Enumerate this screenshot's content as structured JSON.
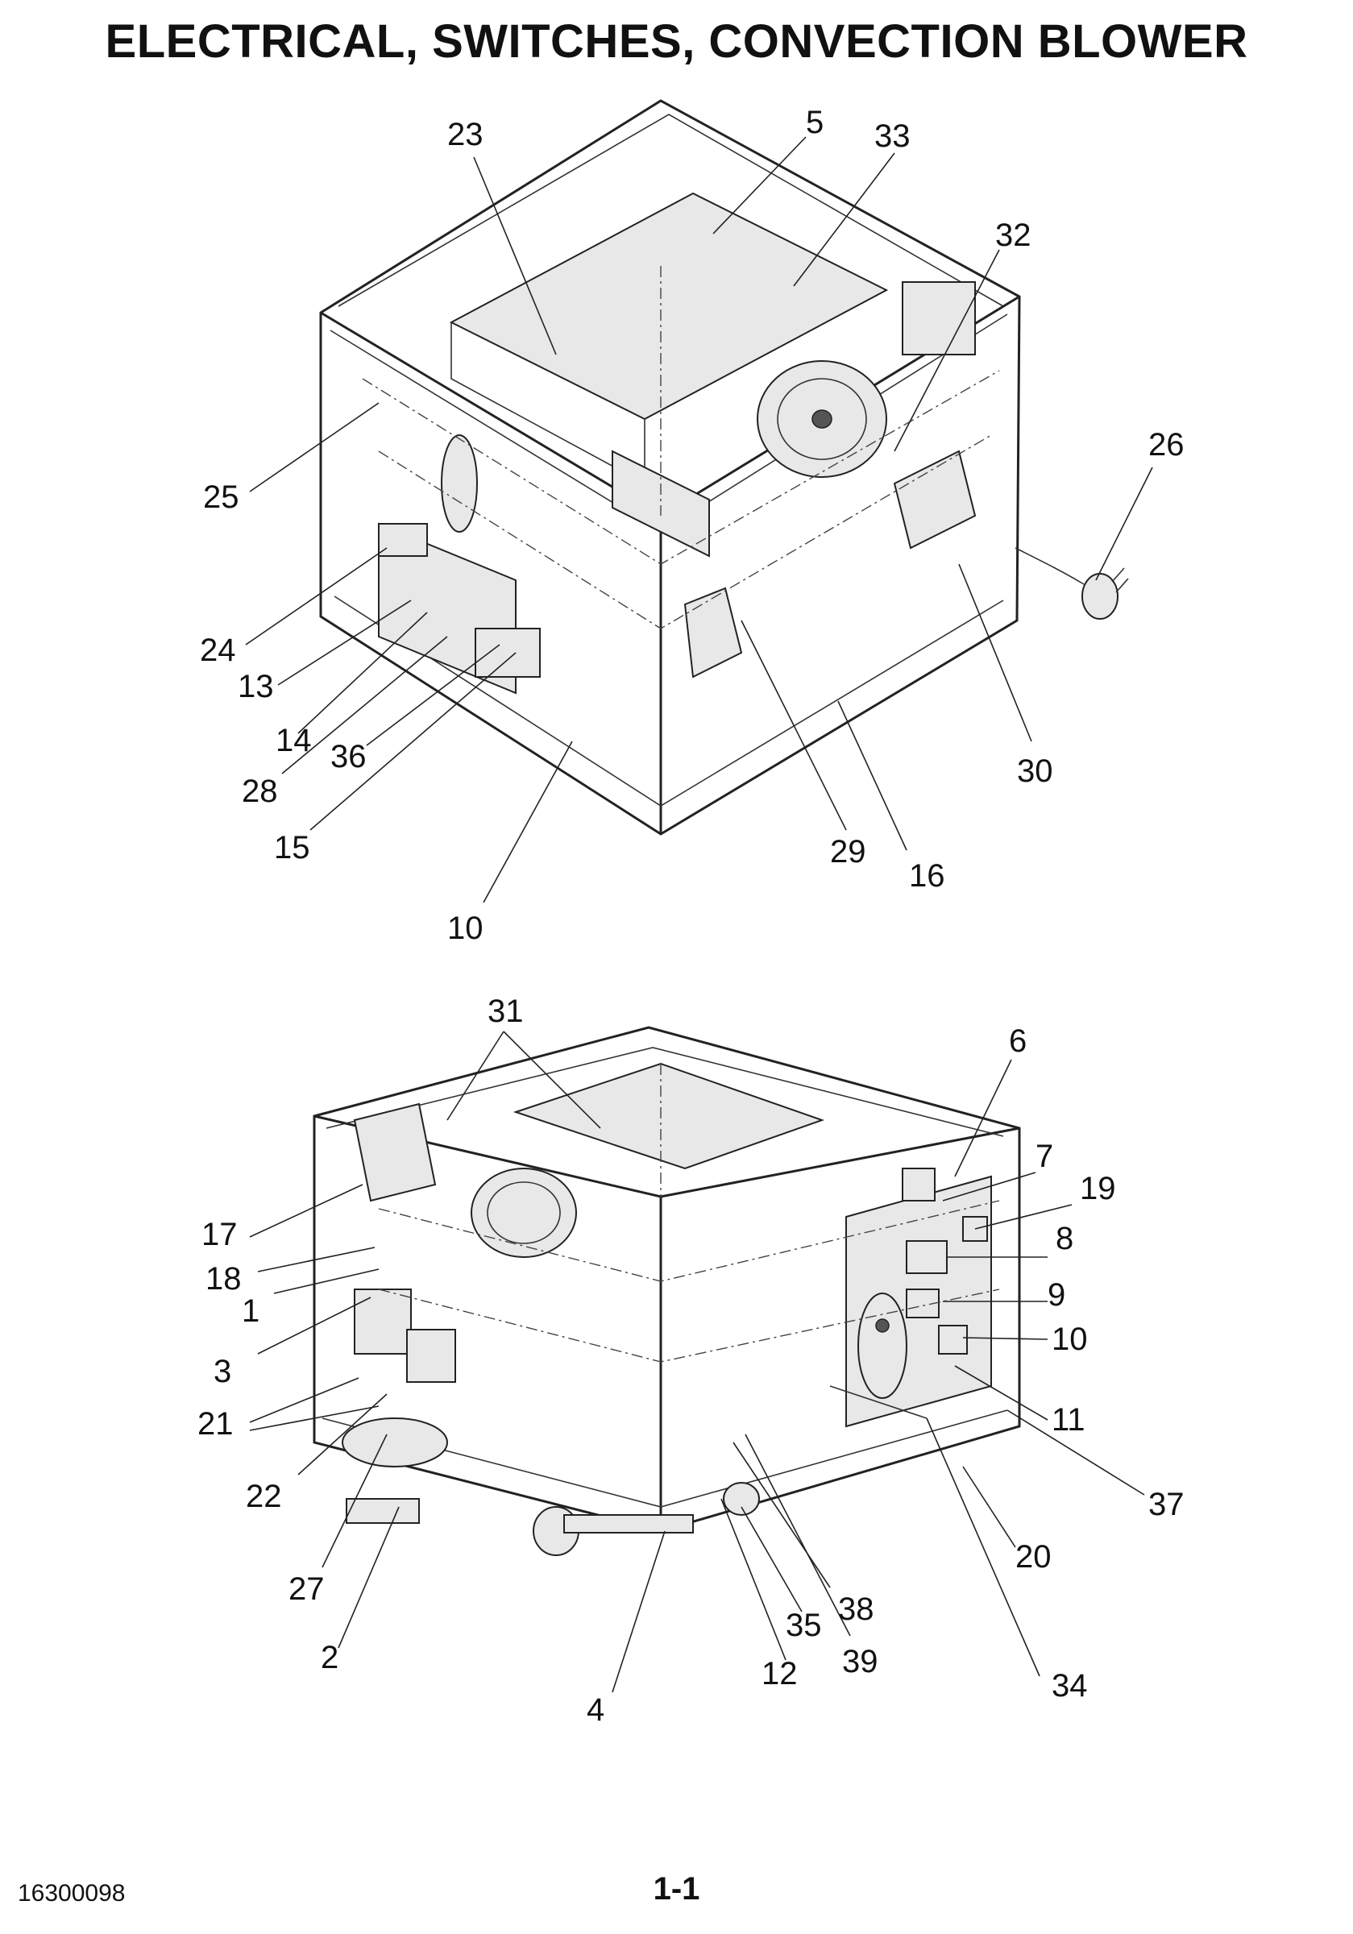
{
  "title": "ELECTRICAL, SWITCHES, CONVECTION BLOWER",
  "doc_number": "16300098",
  "page_number": "1-1",
  "top_view": {
    "callouts": [
      "23",
      "5",
      "33",
      "32",
      "26",
      "25",
      "24",
      "13",
      "14",
      "28",
      "36",
      "15",
      "10",
      "29",
      "16",
      "30"
    ]
  },
  "bottom_view": {
    "callouts": [
      "31",
      "6",
      "7",
      "19",
      "8",
      "9",
      "10",
      "11",
      "37",
      "17",
      "18",
      "1",
      "3",
      "21",
      "22",
      "27",
      "2",
      "4",
      "35",
      "12",
      "38",
      "39",
      "20",
      "34"
    ]
  }
}
